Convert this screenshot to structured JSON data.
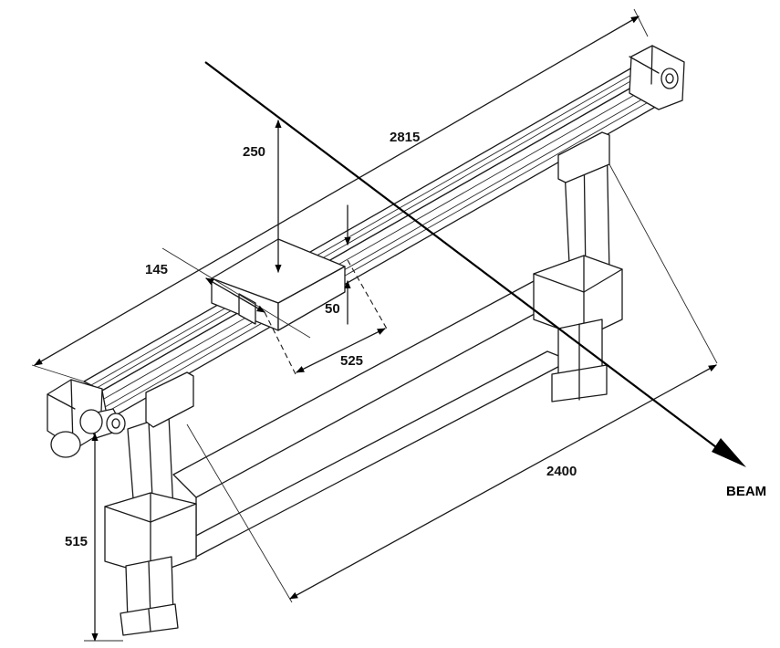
{
  "dimensions": {
    "overall_length": "2815",
    "rail_span": "2400",
    "beam_height": "250",
    "offset": "145",
    "offset_vertical": "50",
    "carriage_length": "525",
    "leg_height": "515"
  },
  "beam_label": "BEAM"
}
